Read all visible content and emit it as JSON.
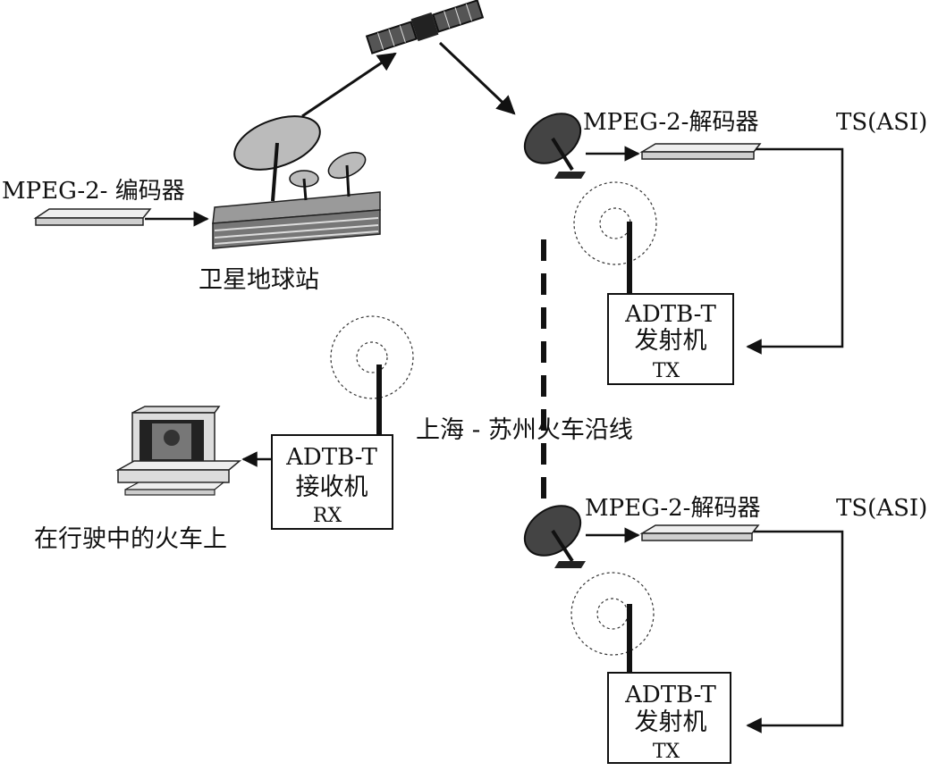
{
  "colors": {
    "ink": "#111111",
    "device": "#d9d9d9",
    "building": "#8c8c8c"
  },
  "labels": {
    "encoder": "MPEG-2- 编码器",
    "ground_station": "卫星地球站",
    "decoder_top": "MPEG-2-解码器",
    "ts_top": "TS(ASI)",
    "decoder_bottom": "MPEG-2-解码器",
    "ts_bottom": "TS(ASI)",
    "rail_line": "上海 - 苏州火车沿线",
    "train_caption": "在行驶中的火车上"
  },
  "transmitter_top": {
    "line1": "ADTB-T",
    "line2": "发射机",
    "line3": "TX"
  },
  "transmitter_bottom": {
    "line1": "ADTB-T",
    "line2": "发射机",
    "line3": "TX"
  },
  "receiver": {
    "line1": "ADTB-T",
    "line2": "接收机",
    "line3": "RX"
  },
  "icons": {
    "satellite": "satellite-icon",
    "ground_station": "ground-station-icon",
    "dish": "satellite-dish-icon",
    "device": "rack-device-icon",
    "antenna": "antenna-icon",
    "computer": "computer-icon"
  }
}
